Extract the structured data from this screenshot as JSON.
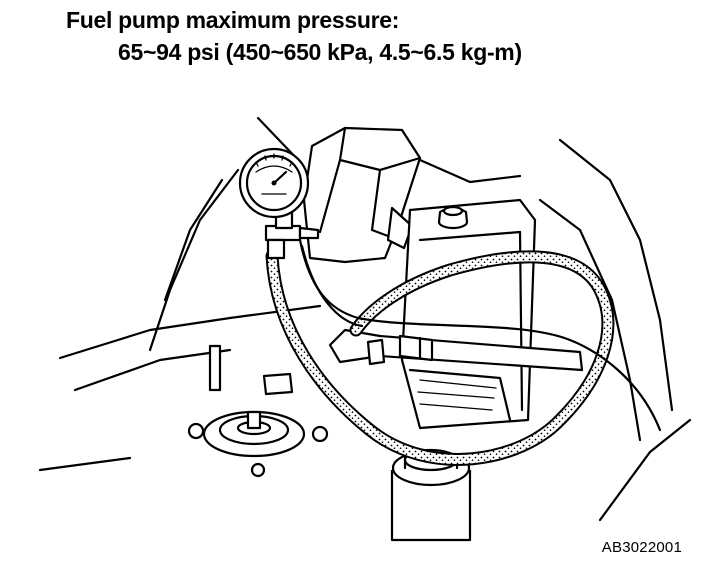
{
  "heading": {
    "title": "Fuel pump maximum pressure:",
    "subtitle": "65~94 psi (450~650 kPa, 4.5~6.5 kg-m)"
  },
  "figure_id": "AB3022001"
}
